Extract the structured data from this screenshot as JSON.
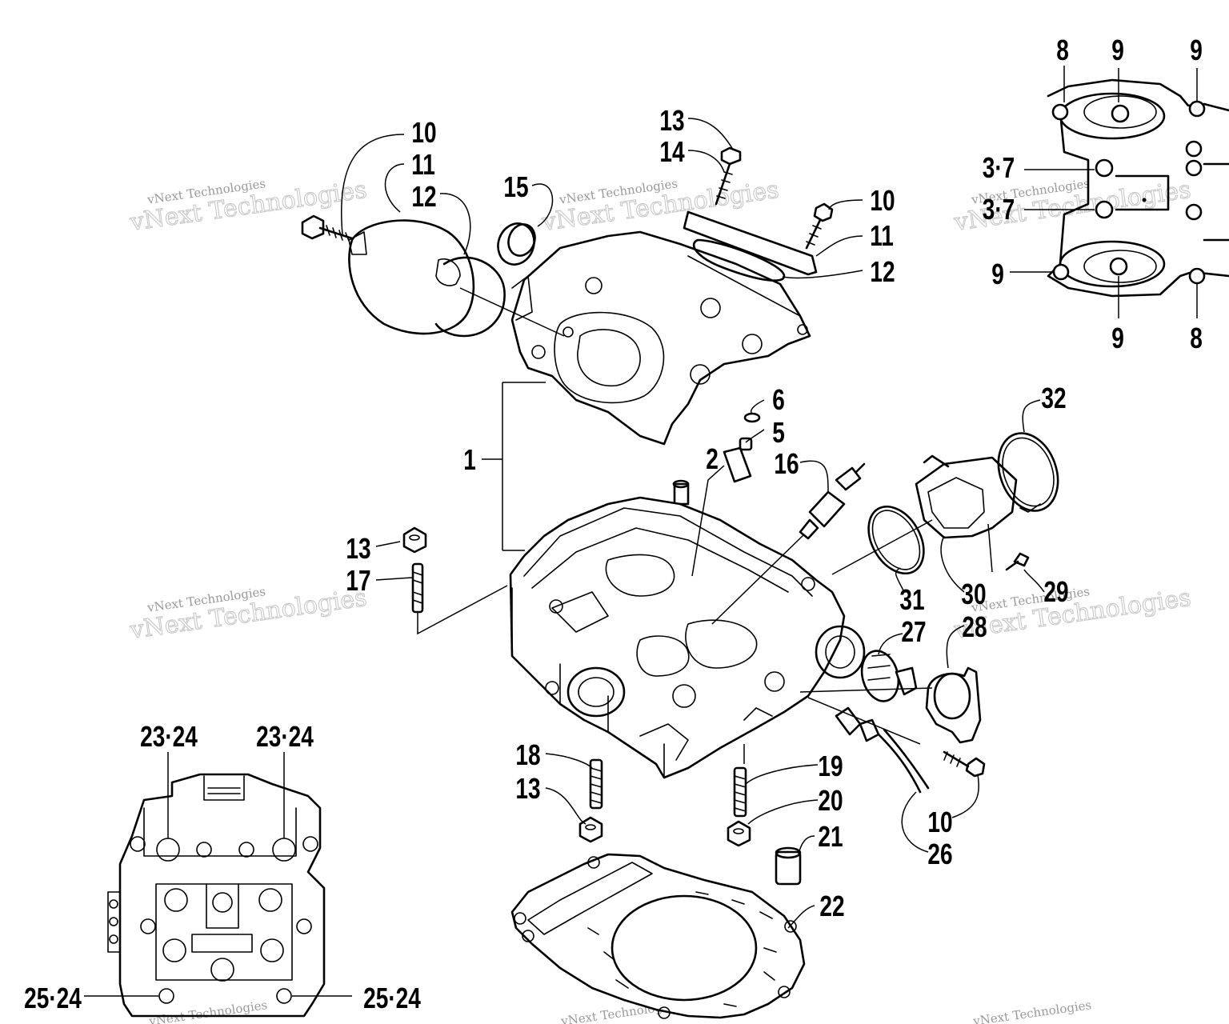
{
  "callouts": {
    "c_10_top": "10",
    "c_11_top": "11",
    "c_12_top": "12",
    "c_15": "15",
    "c_13_top": "13",
    "c_14": "14",
    "c_10_right": "10",
    "c_11_right": "11",
    "c_12_right": "12",
    "c_6": "6",
    "c_5": "5",
    "c_2": "2",
    "c_16": "16",
    "c_1": "1",
    "c_13_mid": "13",
    "c_17": "17",
    "c_32": "32",
    "c_31": "31",
    "c_30": "30",
    "c_29": "29",
    "c_27": "27",
    "c_28": "28",
    "c_18": "18",
    "c_13_low": "13",
    "c_19": "19",
    "c_20": "20",
    "c_21": "21",
    "c_22": "22",
    "c_10_low": "10",
    "c_26": "26",
    "c_8_tl": "8",
    "c_9_tm": "9",
    "c_9_tr": "9",
    "c_37_a": "3·7",
    "c_37_b": "3·7",
    "c_9_l": "9",
    "c_9_bm": "9",
    "c_8_br": "8",
    "c_2324_l": "23·24",
    "c_2324_r": "23·24",
    "c_2524_l": "25·24",
    "c_2524_r": "25·24"
  },
  "watermark": {
    "big": "vNext Technologies",
    "small": "vNext Technologies"
  }
}
